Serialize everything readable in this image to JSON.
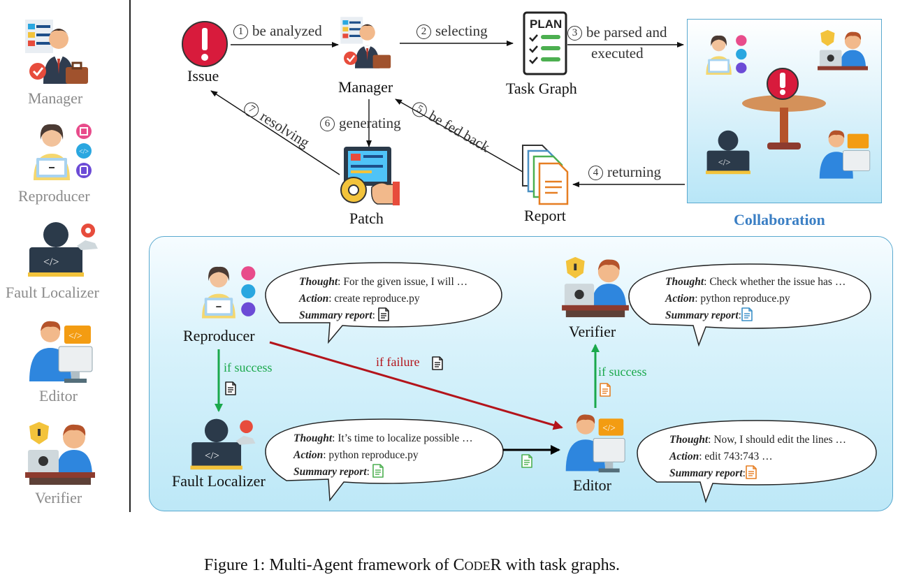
{
  "legend": {
    "manager": "Manager",
    "reproducer": "Reproducer",
    "fault_localizer": "Fault Localizer",
    "editor": "Editor",
    "verifier": "Verifier"
  },
  "top": {
    "issue": "Issue",
    "manager": "Manager",
    "task_graph": "Task Graph",
    "patch": "Patch",
    "report": "Report",
    "collaboration": "Collaboration",
    "plan_text": "PLAN",
    "e1": {
      "num": "1",
      "text": "be analyzed"
    },
    "e2": {
      "num": "2",
      "text": "selecting"
    },
    "e3": {
      "num": "3",
      "text": "be parsed and",
      "text2": "executed"
    },
    "e4": {
      "num": "4",
      "text": "returning"
    },
    "e5": {
      "num": "5",
      "text": "be fed back"
    },
    "e6": {
      "num": "6",
      "text": "generating"
    },
    "e7": {
      "num": "7",
      "text": "resolving"
    }
  },
  "bottom": {
    "reproducer": "Reproducer",
    "fault_localizer": "Fault Localizer",
    "editor": "Editor",
    "verifier": "Verifier",
    "if_success_1": "if success",
    "if_success_2": "if success",
    "if_failure": "if failure",
    "bubbles": {
      "reproducer": {
        "thought_label": "Thought",
        "thought": ": For the given issue, I will …",
        "action_label": "Action",
        "action": ": create reproduce.py",
        "summary_label": "Summary report",
        "summary": ":"
      },
      "verifier": {
        "thought_label": "Thought",
        "thought": ": Check whether the issue has …",
        "action_label": "Action",
        "action": ": python reproduce.py",
        "summary_label": "Summary report",
        "summary": ":"
      },
      "fault_localizer": {
        "thought_label": "Thought",
        "thought": ": It’s time to localize possible …",
        "action_label": "Action",
        "action": ": python reproduce.py",
        "summary_label": "Summary report",
        "summary": ":"
      },
      "editor": {
        "thought_label": "Thought",
        "thought": ": Now, I should edit the lines …",
        "action_label": "Action",
        "action": ": edit 743:743 …",
        "summary_label": "Summary report",
        "summary": ":"
      }
    }
  },
  "caption": {
    "prefix": "Figure 1: Multi-Agent framework of C",
    "small_caps": "ODE",
    "r": "R",
    "suffix": " with task graphs."
  }
}
